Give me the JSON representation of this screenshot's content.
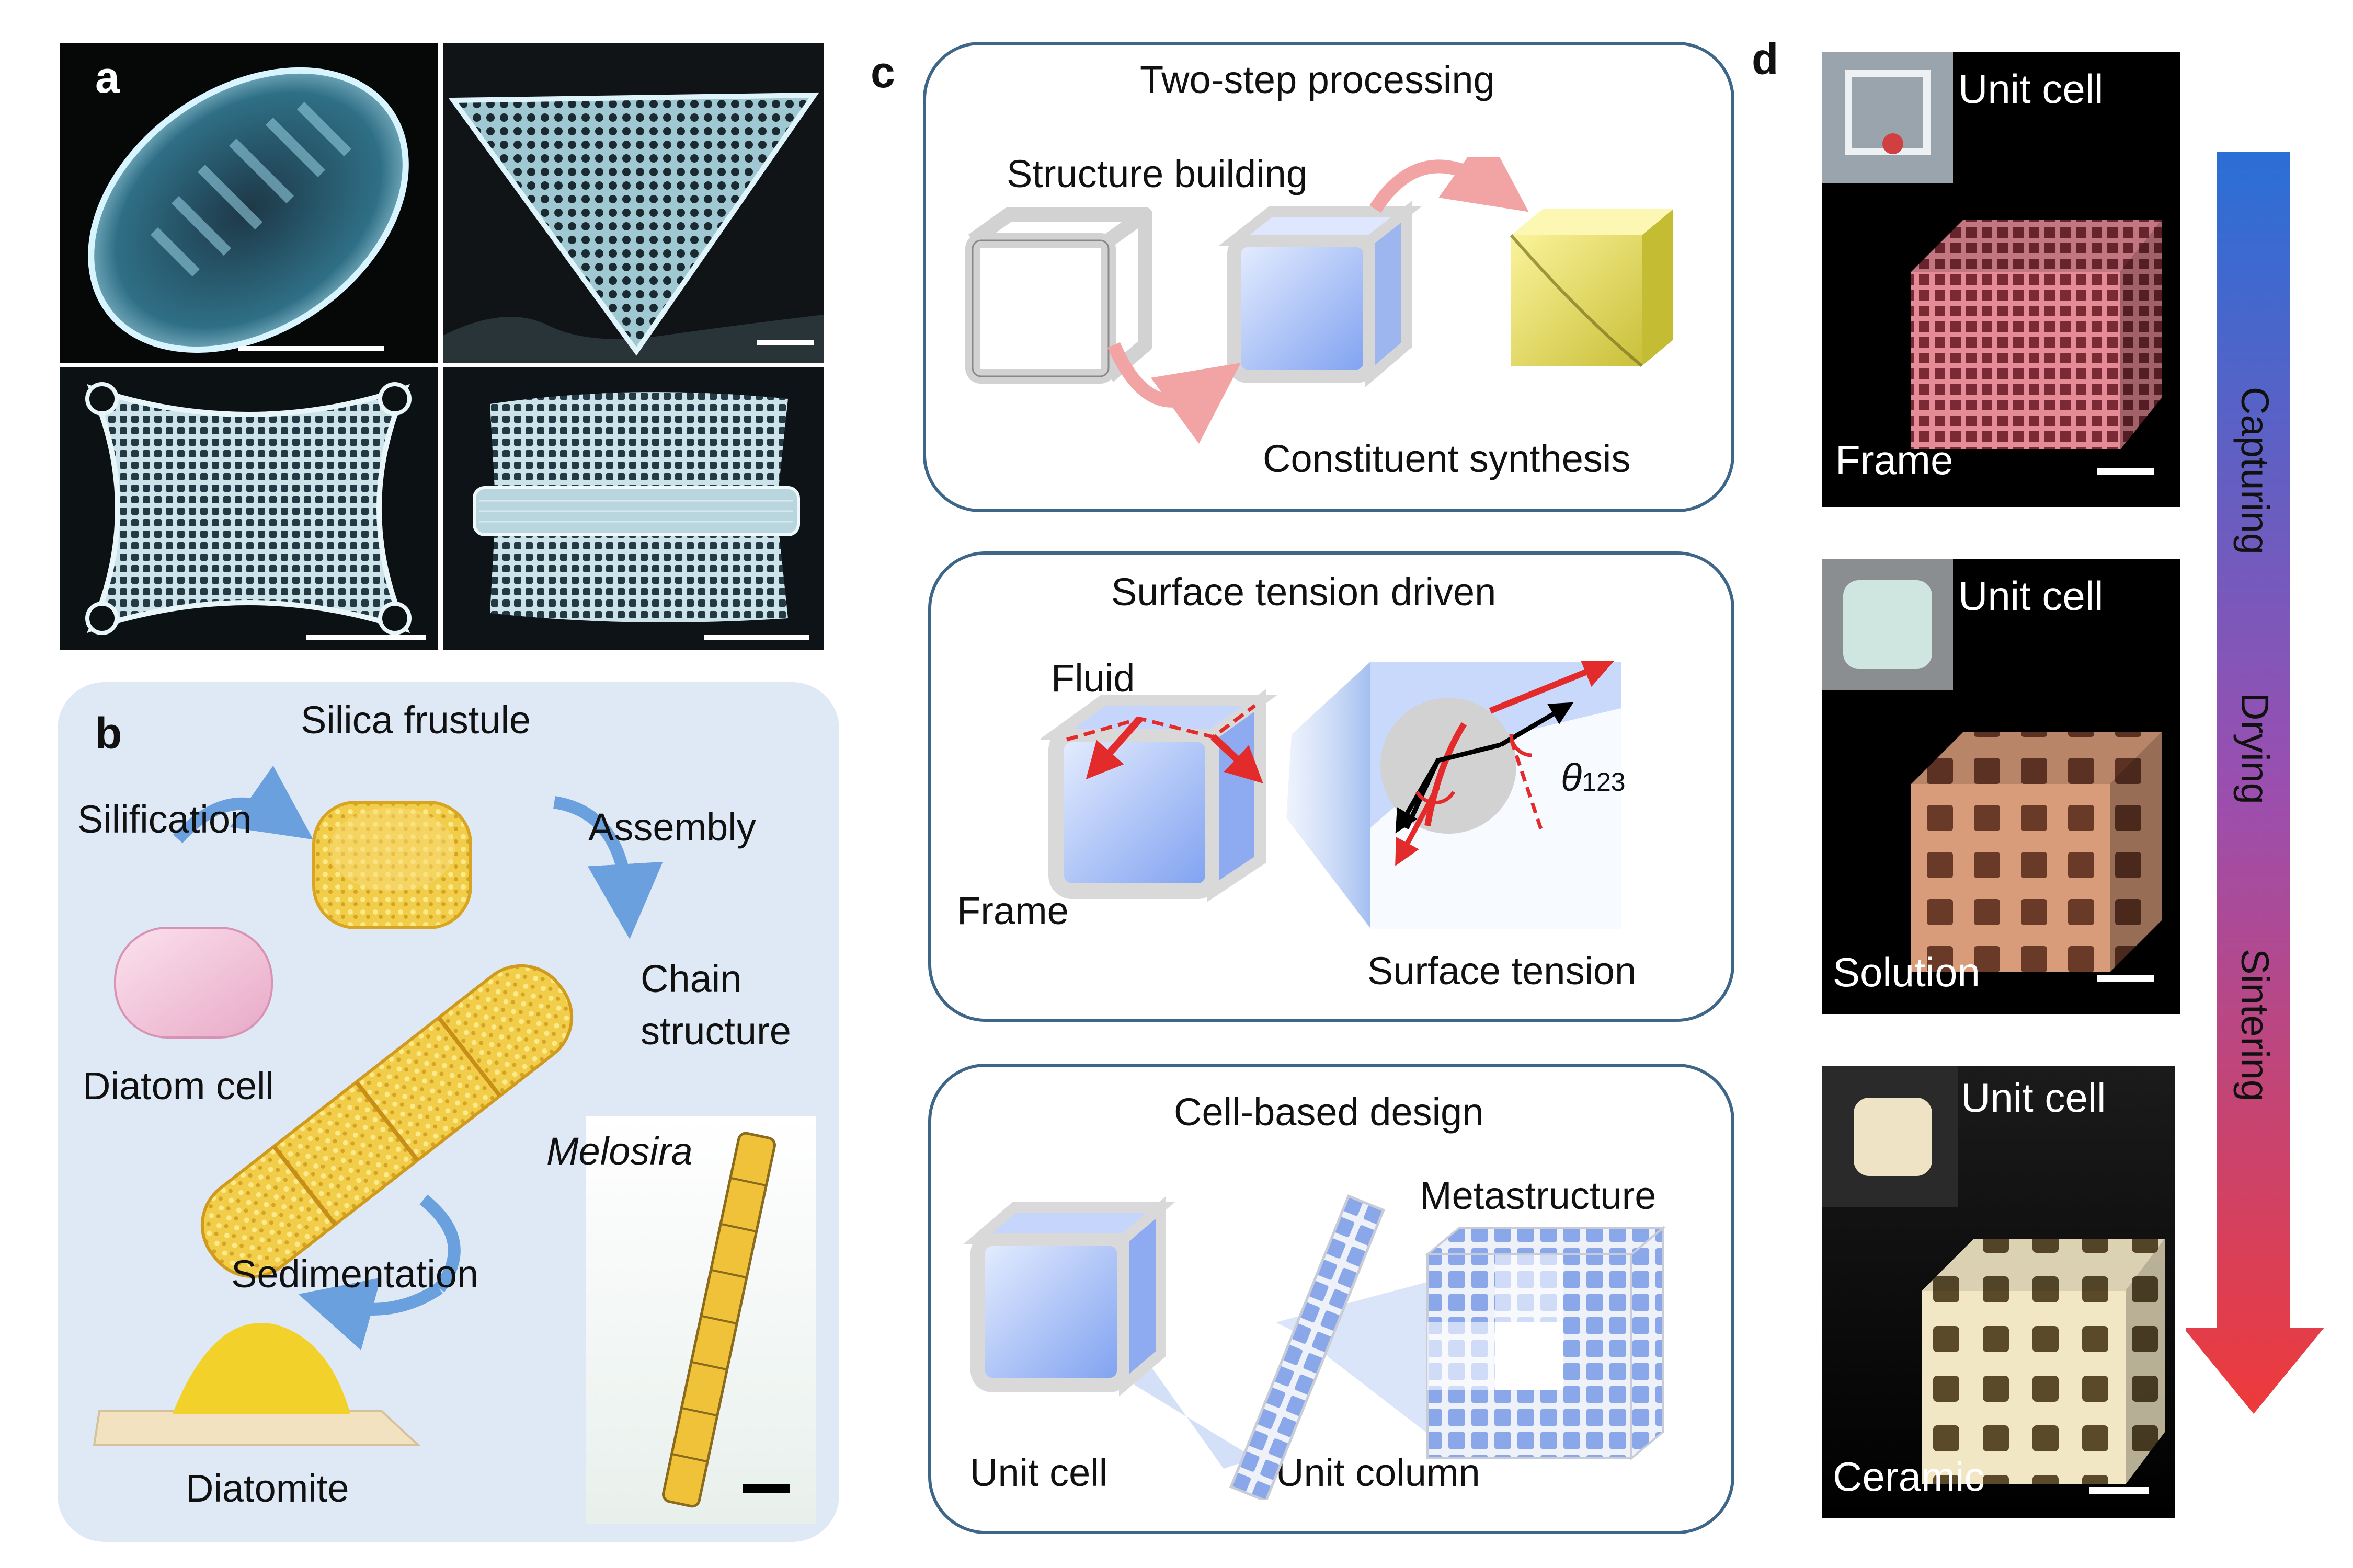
{
  "panels": {
    "a": {
      "letter": "a"
    },
    "b": {
      "letter": "b",
      "silica_frustule": "Silica frustule",
      "silification": "Silification",
      "assembly": "Assembly",
      "chain_structure_line1": "Chain",
      "chain_structure_line2": "structure",
      "diatom_cell": "Diatom cell",
      "melosira": "Melosira",
      "sedimentation": "Sedimentation",
      "diatomite": "Diatomite"
    },
    "c": {
      "letter": "c",
      "box1": {
        "title": "Two-step processing",
        "structure_building": "Structure building",
        "constituent_synthesis": "Constituent synthesis"
      },
      "box2": {
        "title": "Surface tension driven",
        "fluid": "Fluid",
        "frame": "Frame",
        "surface_tension": "Surface tension",
        "theta": "θ",
        "theta_sub": "123"
      },
      "box3": {
        "title": "Cell-based design",
        "metastructure": "Metastructure",
        "unit_cell": "Unit cell",
        "unit_column": "Unit column"
      }
    },
    "d": {
      "letter": "d",
      "photos": [
        {
          "inset_label": "Unit cell",
          "label": "Frame"
        },
        {
          "inset_label": "Unit cell",
          "label": "Solution"
        },
        {
          "inset_label": "Unit cell",
          "label": "Ceramic"
        }
      ],
      "arrow_steps": [
        "Capturing",
        "Drying",
        "Sintering"
      ],
      "colors": {
        "arrow_top": "#2a6fd6",
        "arrow_mid": "#9a4fb0",
        "arrow_bottom": "#ee3a3a"
      }
    }
  },
  "colors": {
    "panel_border": "#3d6688",
    "panel_b_bg": "#dfe9f6",
    "curved_arrow": "#6aa0dd",
    "pink_arrow": "#f2a3a3",
    "frustule_gold": "#f0c640",
    "red": "#e42b2b"
  }
}
